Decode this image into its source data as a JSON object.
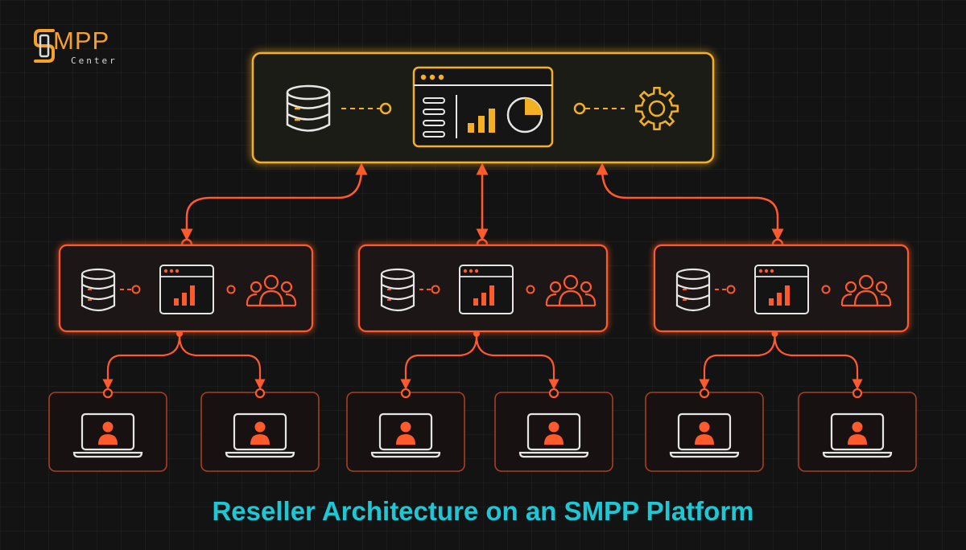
{
  "logo": {
    "name": "MPP",
    "sub": "Center"
  },
  "caption": "Reseller Architecture on an SMPP Platform",
  "colors": {
    "background": "#131313",
    "top_tier": "#f4b023",
    "reseller_tier": "#ff5a2c",
    "client_tier": "#f05a2a",
    "caption": "#1fc6d4",
    "icon_line": "#e6e6e6"
  },
  "diagram": {
    "top_node": {
      "icons": [
        "database-icon",
        "dashboard-icon",
        "gear-icon"
      ]
    },
    "reseller_nodes": [
      {
        "icons": [
          "database-icon",
          "dashboard-icon",
          "users-icon"
        ]
      },
      {
        "icons": [
          "database-icon",
          "dashboard-icon",
          "users-icon"
        ]
      },
      {
        "icons": [
          "database-icon",
          "dashboard-icon",
          "users-icon"
        ]
      }
    ],
    "client_nodes_per_reseller": 2,
    "client_icon": "laptop-user-icon"
  }
}
